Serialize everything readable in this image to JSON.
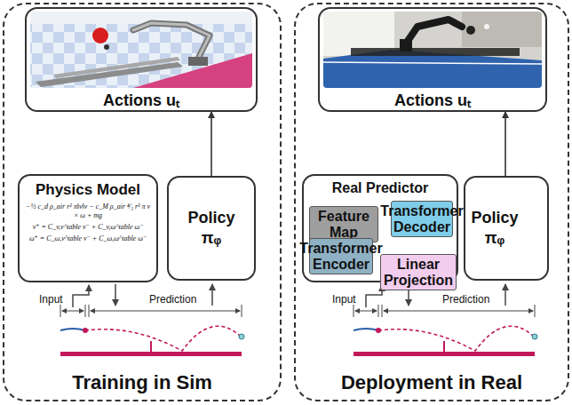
{
  "diagram": {
    "nodes": [
      {
        "text": [
          "Training in Sim"
        ]
      },
      {
        "text": [
          "Actions uₜ"
        ],
        "in": 0
      },
      {
        "text": [
          "Physics Model",
          "−½ c_d ρ_air r² π‖v‖v − c_M ρ_air ⁴⁄₃ r³ π v × ω + mg",
          "v⁺ = C_v,v^table v⁻ + C_v,ω^table ω⁻",
          "ω⁺ = C_ω,v^table v⁻ + C_ω,ω^table ω⁻"
        ],
        "in": 0
      },
      {
        "text": [
          "Policy πᵩ"
        ],
        "in": 0
      },
      {
        "text": [
          "Deployment in Real"
        ]
      },
      {
        "text": [
          "Actions uₜ"
        ],
        "in": 4
      },
      {
        "text": [
          "Real Predictor"
        ],
        "in": 4
      },
      {
        "text": [
          "Feature Map"
        ],
        "in": 6
      },
      {
        "text": [
          "Transformer Decoder"
        ],
        "in": 6
      },
      {
        "text": [
          "Transformer Encoder"
        ],
        "in": 6
      },
      {
        "text": [
          "Linear Projection"
        ],
        "in": 6
      },
      {
        "text": [
          "Policy πᵩ"
        ],
        "in": 4
      }
    ],
    "edges": [
      {
        "from": 3,
        "to": 1,
        "arrow": "to"
      },
      {
        "from": 9,
        "to": 7,
        "arrow": "to"
      },
      {
        "from": 7,
        "to": 8,
        "arrow": "to"
      },
      {
        "from": 8,
        "to": 10,
        "arrow": "to"
      },
      {
        "from": 11,
        "to": 5,
        "arrow": "to"
      }
    ],
    "labels": [
      "Input",
      "Prediction",
      "Input",
      "Prediction"
    ]
  }
}
